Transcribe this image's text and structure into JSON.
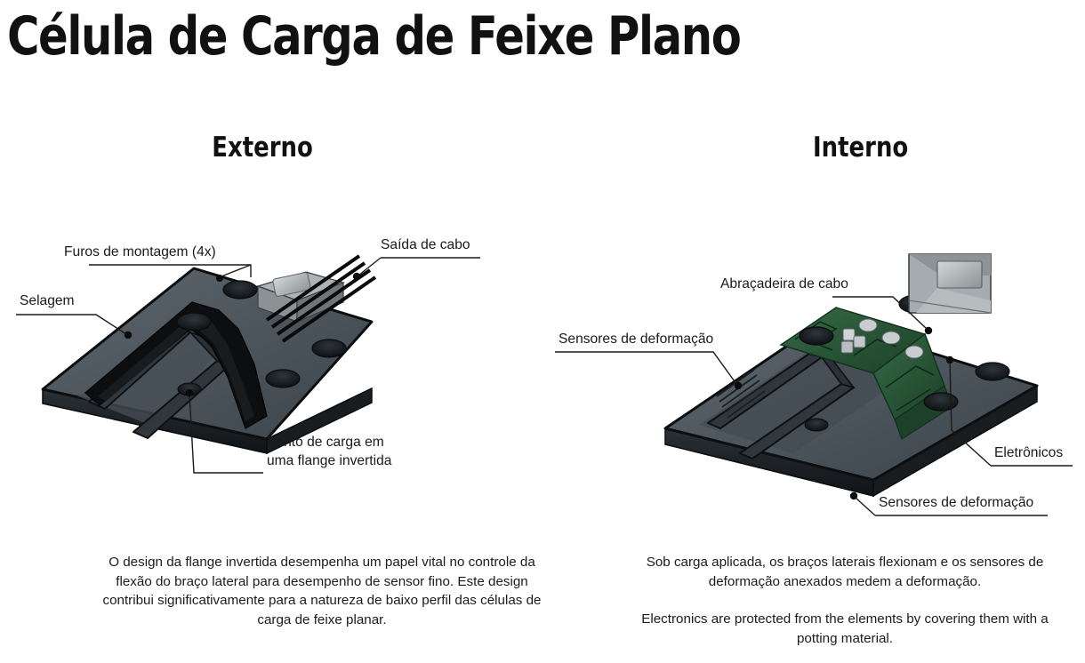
{
  "page": {
    "title": "Célula de Carga de Feixe Plano",
    "background_color": "#ffffff",
    "text_color": "#1a1a1a"
  },
  "sections": {
    "left": {
      "heading": "Externo",
      "diagram_name": "external-load-cell-render",
      "labels": [
        {
          "id": "furos-de-montagem",
          "text": "Furos de montagem (4x)"
        },
        {
          "id": "saida-de-cabo",
          "text": "Saída de cabo"
        },
        {
          "id": "selagem",
          "text": "Selagem"
        },
        {
          "id": "ponto-de-carga-line1",
          "text": "Ponto de carga em"
        },
        {
          "id": "ponto-de-carga-line2",
          "text": "uma flange invertida"
        }
      ],
      "caption": [
        "O design da flange invertida desempenha um papel vital no controle da flexão do braço lateral para desempenho de sensor fino. Este design contribui significativamente para a natureza de baixo perfil das células de carga de feixe planar."
      ]
    },
    "right": {
      "heading": "Interno",
      "diagram_name": "internal-load-cell-render",
      "labels": [
        {
          "id": "abracadeira-de-cabo",
          "text": "Abraçadeira de cabo"
        },
        {
          "id": "sensores-de-deformacao-top",
          "text": "Sensores de deformação"
        },
        {
          "id": "eletronicos",
          "text": "Eletrônicos"
        },
        {
          "id": "sensores-de-deformacao-bottom",
          "text": "Sensores de deformação"
        }
      ],
      "caption": [
        "Sob carga aplicada, os braços laterais flexionam e os sensores de deformação anexados medem a deformação.",
        "Electronics are protected from the elements by covering them with a potting material."
      ]
    }
  },
  "render_colors": {
    "plate_top": "#4b545b",
    "plate_top_light": "#5a636a",
    "plate_edge_dark": "#15181b",
    "plate_side": "#2a3034",
    "groove_dark": "#20262a",
    "sealant_black": "#0d0f11",
    "cable_black": "#0a0a0a",
    "clamp_silver": "#9aa0a3",
    "clamp_silver_light": "#c6cacc",
    "pcb_green": "#2c5a3c",
    "pcb_green_dark": "#1d4129",
    "component_gray": "#c9cdd0",
    "hole_dark": "#16191c"
  }
}
